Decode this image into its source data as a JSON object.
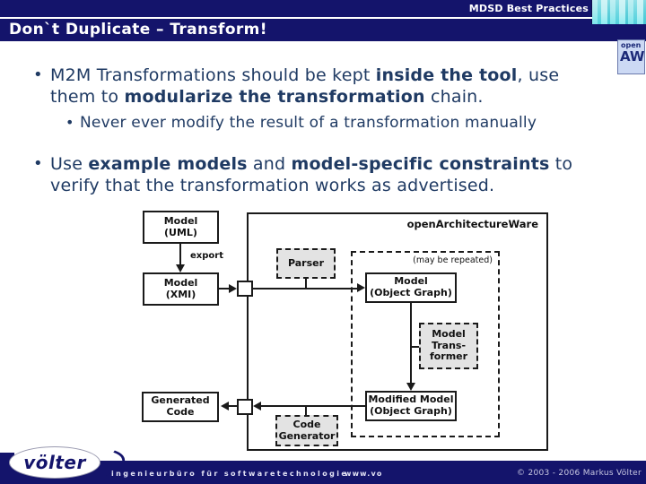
{
  "header": {
    "badge": "MDSD Best Practices",
    "title": "Don`t Duplicate – Transform!"
  },
  "openaw_logo": {
    "top": "open",
    "bottom": "AW"
  },
  "bullets": {
    "b1_line1": [
      {
        "t": "M2M Transformations should be kept "
      },
      {
        "t": "inside the tool",
        "b": 1
      },
      {
        "t": ", use"
      }
    ],
    "b1_line2": [
      {
        "t": "them to "
      },
      {
        "t": "modularize the transformation",
        "b": 1
      },
      {
        "t": " chain."
      }
    ],
    "sub1": "Never ever modify the result of a transformation manually",
    "b2_line1": [
      {
        "t": "Use "
      },
      {
        "t": "example models",
        "b": 1
      },
      {
        "t": " and "
      },
      {
        "t": "model-specific constraints",
        "b": 1
      },
      {
        "t": " to"
      }
    ],
    "b2_line2": [
      {
        "t": "verify that the transformation works as advertised."
      }
    ],
    "dot": "•"
  },
  "diagram": {
    "container_label": "openArchitectureWare",
    "repeat_label": "(may be repeated)",
    "export_label": "export",
    "model_uml": {
      "l1": "Model",
      "l2": "(UML)"
    },
    "model_xmi": {
      "l1": "Model",
      "l2": "(XMI)"
    },
    "parser": {
      "l1": "Parser"
    },
    "model_object_graph": {
      "l1": "Model",
      "l2": "(Object Graph)"
    },
    "model_transformer": {
      "l1": "Model",
      "l2": "Trans-",
      "l3": "former"
    },
    "modified_model": {
      "l1": "Modified Model",
      "l2": "(Object Graph)"
    },
    "generated_code": {
      "l1": "Generated",
      "l2": "Code"
    },
    "code_generator": {
      "l1": "Code",
      "l2": "Generator"
    }
  },
  "footer": {
    "logo_text": "völter",
    "left_text": "ingenieurbüro für softwaretechnologie",
    "url_text": "www.vo",
    "copyright": "© 2003 - 2006 Markus Völter"
  },
  "appearance": {
    "navy": "#14146b",
    "body_text": "#1f3a63",
    "diagram_gray": "#e3e3e3",
    "openaw_bg": "#ccd9f4",
    "photo_teal": "#7fbec6"
  }
}
